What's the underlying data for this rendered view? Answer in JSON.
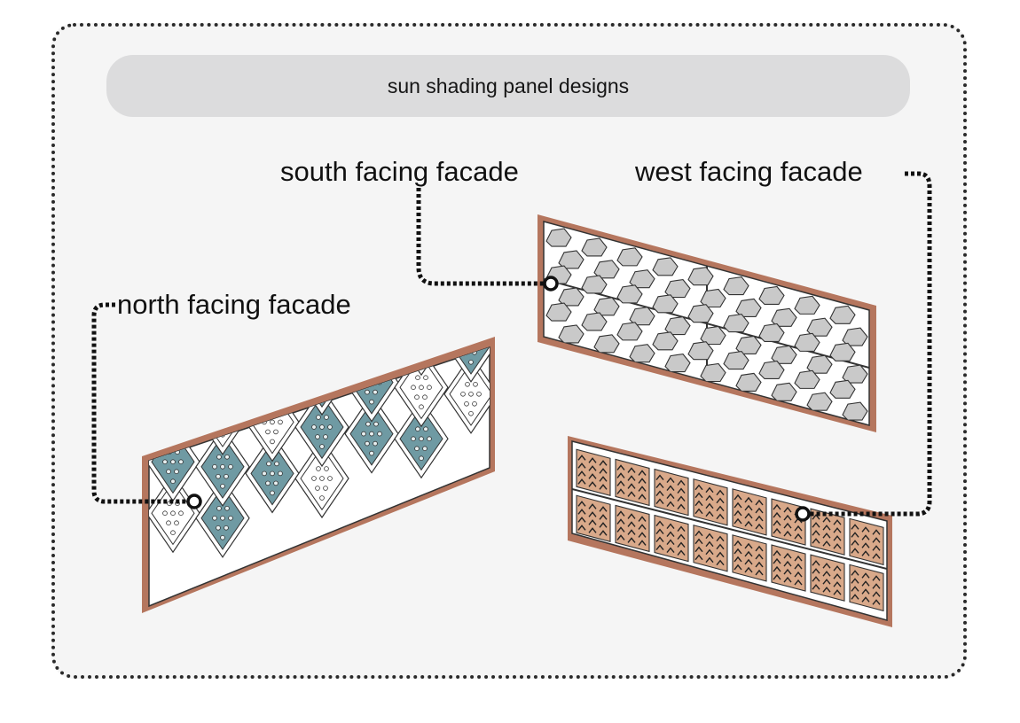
{
  "title": "sun shading panel designs",
  "labels": {
    "south": "south facing facade",
    "west": "west facing facade",
    "north": "north facing facade"
  },
  "colors": {
    "frame_border": "#2a2a2a",
    "background": "#f5f5f5",
    "title_pill": "#dcdcdd",
    "panel_frame": "#b5765e",
    "panel_inner": "#ffffff",
    "north_tile": "#6f9aa3",
    "south_module": "#c9c9c9",
    "west_module": "#d9a98a",
    "leader_line": "#111111"
  },
  "panels": [
    {
      "id": "north",
      "facade": "north facing facade",
      "pattern": "diamond grid with teal perforated tiles"
    },
    {
      "id": "south",
      "facade": "south facing facade",
      "pattern": "stacked grey hexagonal louvres in four bays"
    },
    {
      "id": "west",
      "facade": "west facing facade",
      "pattern": "terracotta vertical fins with chevron cut-outs"
    }
  ]
}
